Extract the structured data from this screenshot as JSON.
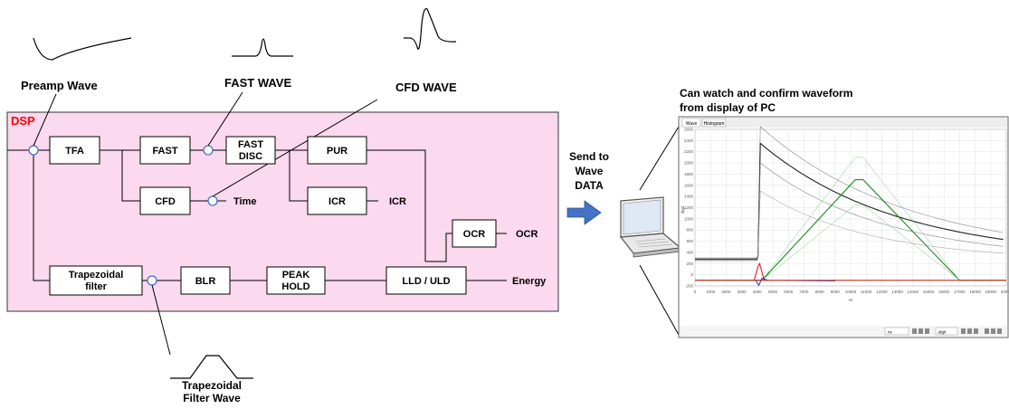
{
  "labels": {
    "preamp_wave": "Preamp Wave",
    "fast_wave": "FAST WAVE",
    "cfd_wave": "CFD WAVE",
    "trap_wave_line1": "Trapezoidal",
    "trap_wave_line2": "Filter Wave",
    "dsp": "DSP",
    "send_line1": "Send to",
    "send_line2": "Wave",
    "send_line3": "DATA",
    "watch_line1": "Can watch and confirm waveform",
    "watch_line2": "from display of PC"
  },
  "blocks": {
    "tfa": "TFA",
    "fast": "FAST",
    "fast_disc_1": "FAST",
    "fast_disc_2": "DISC",
    "pur": "PUR",
    "cfd": "CFD",
    "icr": "ICR",
    "ocr": "OCR",
    "trap_1": "Trapezoidal",
    "trap_2": "filter",
    "blr": "BLR",
    "peak_1": "PEAK",
    "peak_2": "HOLD",
    "lld": "LLD / ULD"
  },
  "outputs": {
    "time": "Time",
    "icr": "ICR",
    "ocr": "OCR",
    "energy": "Energy"
  },
  "screen": {
    "tab1": "Wave",
    "tab2": "Histogram",
    "y_title": "digit",
    "x_title": "ns",
    "y_ticks": [
      "2600",
      "2400",
      "2200",
      "2000",
      "1800",
      "1600",
      "1400",
      "1200",
      "1000",
      "800",
      "600",
      "400",
      "200",
      "0",
      "-200"
    ],
    "x_ticks": [
      "0",
      "1000",
      "2000",
      "3000",
      "4000",
      "5000",
      "6000",
      "7000",
      "8000",
      "9000",
      "10000",
      "11000",
      "12000",
      "13000",
      "14000",
      "15000",
      "16000",
      "17000",
      "18000",
      "19000",
      "20000"
    ],
    "status_fields": [
      "ns",
      "digit"
    ]
  },
  "colors": {
    "dsp_fill": "#fbd9ee",
    "dsp_label": "#ff0000",
    "arrow": "#4472c4",
    "connector": "#4472c4",
    "preamp_trace": "#222222",
    "trap_trace": "#1e8a1e",
    "fast_trace": "#e02020",
    "cfd_trace": "#2020c0",
    "baseline_trace": "#c03020"
  }
}
